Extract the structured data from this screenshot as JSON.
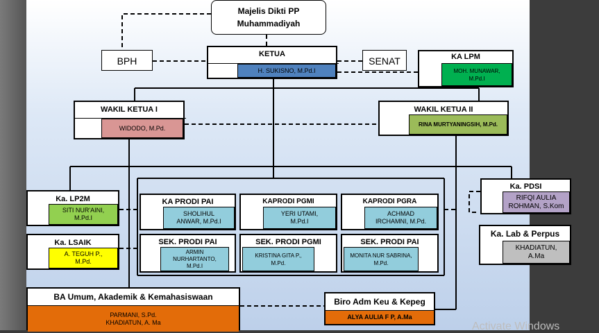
{
  "top": {
    "line1": "Majelis Dikti PP",
    "line2": "Muhammadiyah"
  },
  "bph": "BPH",
  "senat": "SENAT",
  "ketua": {
    "title": "KETUA",
    "name": "H. SUKISNO, M.Pd.I"
  },
  "ka_lpm": {
    "title": "KA LPM",
    "name1": "MOH. MUNAWAR,",
    "name2": "M.Pd.I"
  },
  "wakil1": {
    "title": "WAKIL KETUA I",
    "name": "WIDODO, M.Pd."
  },
  "wakil2": {
    "title": "WAKIL KETUA II",
    "name": "RINA MURTYANINGSIH, M.Pd."
  },
  "lp2m": {
    "title": "Ka. LP2M",
    "name1": "SITI NUR'AINI,",
    "name2": "M.Pd.I"
  },
  "lsaik": {
    "title": "Ka. LSAIK",
    "name1": "A. TEGUH P.,",
    "name2": "M.Pd."
  },
  "prodi_pai": {
    "title": "KA PRODI PAI",
    "name1": "SHOLIHUL",
    "name2": "ANWAR, M.Pd.I"
  },
  "prodi_pgmi": {
    "title": "KAPRODI PGMI",
    "name1": "YERI UTAMI,",
    "name2": "M.Pd.I"
  },
  "prodi_pgra": {
    "title": "KAPRODI PGRA",
    "name1": "ACHMAD",
    "name2": "IRCHAMNI, M.Pd."
  },
  "sek_pai": {
    "title": "SEK. PRODI PAI",
    "name1": "ARMIN",
    "name2": "NURHARTANTO,",
    "name3": "M.Pd.I"
  },
  "sek_pgmi": {
    "title": "SEK. PRODI PGMI",
    "name1": "KRISTINA GITA P.,",
    "name2": "M.Pd."
  },
  "sek_pai2": {
    "title": "SEK. PRODI PAI",
    "name1": "MONITA NUR SABRINA,",
    "name2": "M.Pd."
  },
  "pdsi": {
    "title": "Ka. PDSI",
    "name1": "RIFQI AULIA",
    "name2": "ROHMAN, S.Kom"
  },
  "lab": {
    "title": "Ka. Lab & Perpus",
    "name1": "KHADIATUN,",
    "name2": "A.Ma"
  },
  "ba": {
    "title": "BA Umum, Akademik & Kemahasiswaan",
    "name1": "PARMANI, S.Pd.",
    "name2": "KHADIATUN, A. Ma"
  },
  "biro": {
    "title": "Biro Adm Keu & Kepeg",
    "name": "ALYA AULIA  F P, A.Ma"
  },
  "watermark": "Activate Windows",
  "colors": {
    "blue": "#4f81bd",
    "green": "#00b050",
    "pink": "#d99694",
    "olive": "#9bbb59",
    "lightgreen": "#92d050",
    "yellow": "#ffff00",
    "cyan": "#92cddc",
    "lavender": "#b3a2c7",
    "gray": "#bfbfbf",
    "orange": "#e36c09"
  }
}
